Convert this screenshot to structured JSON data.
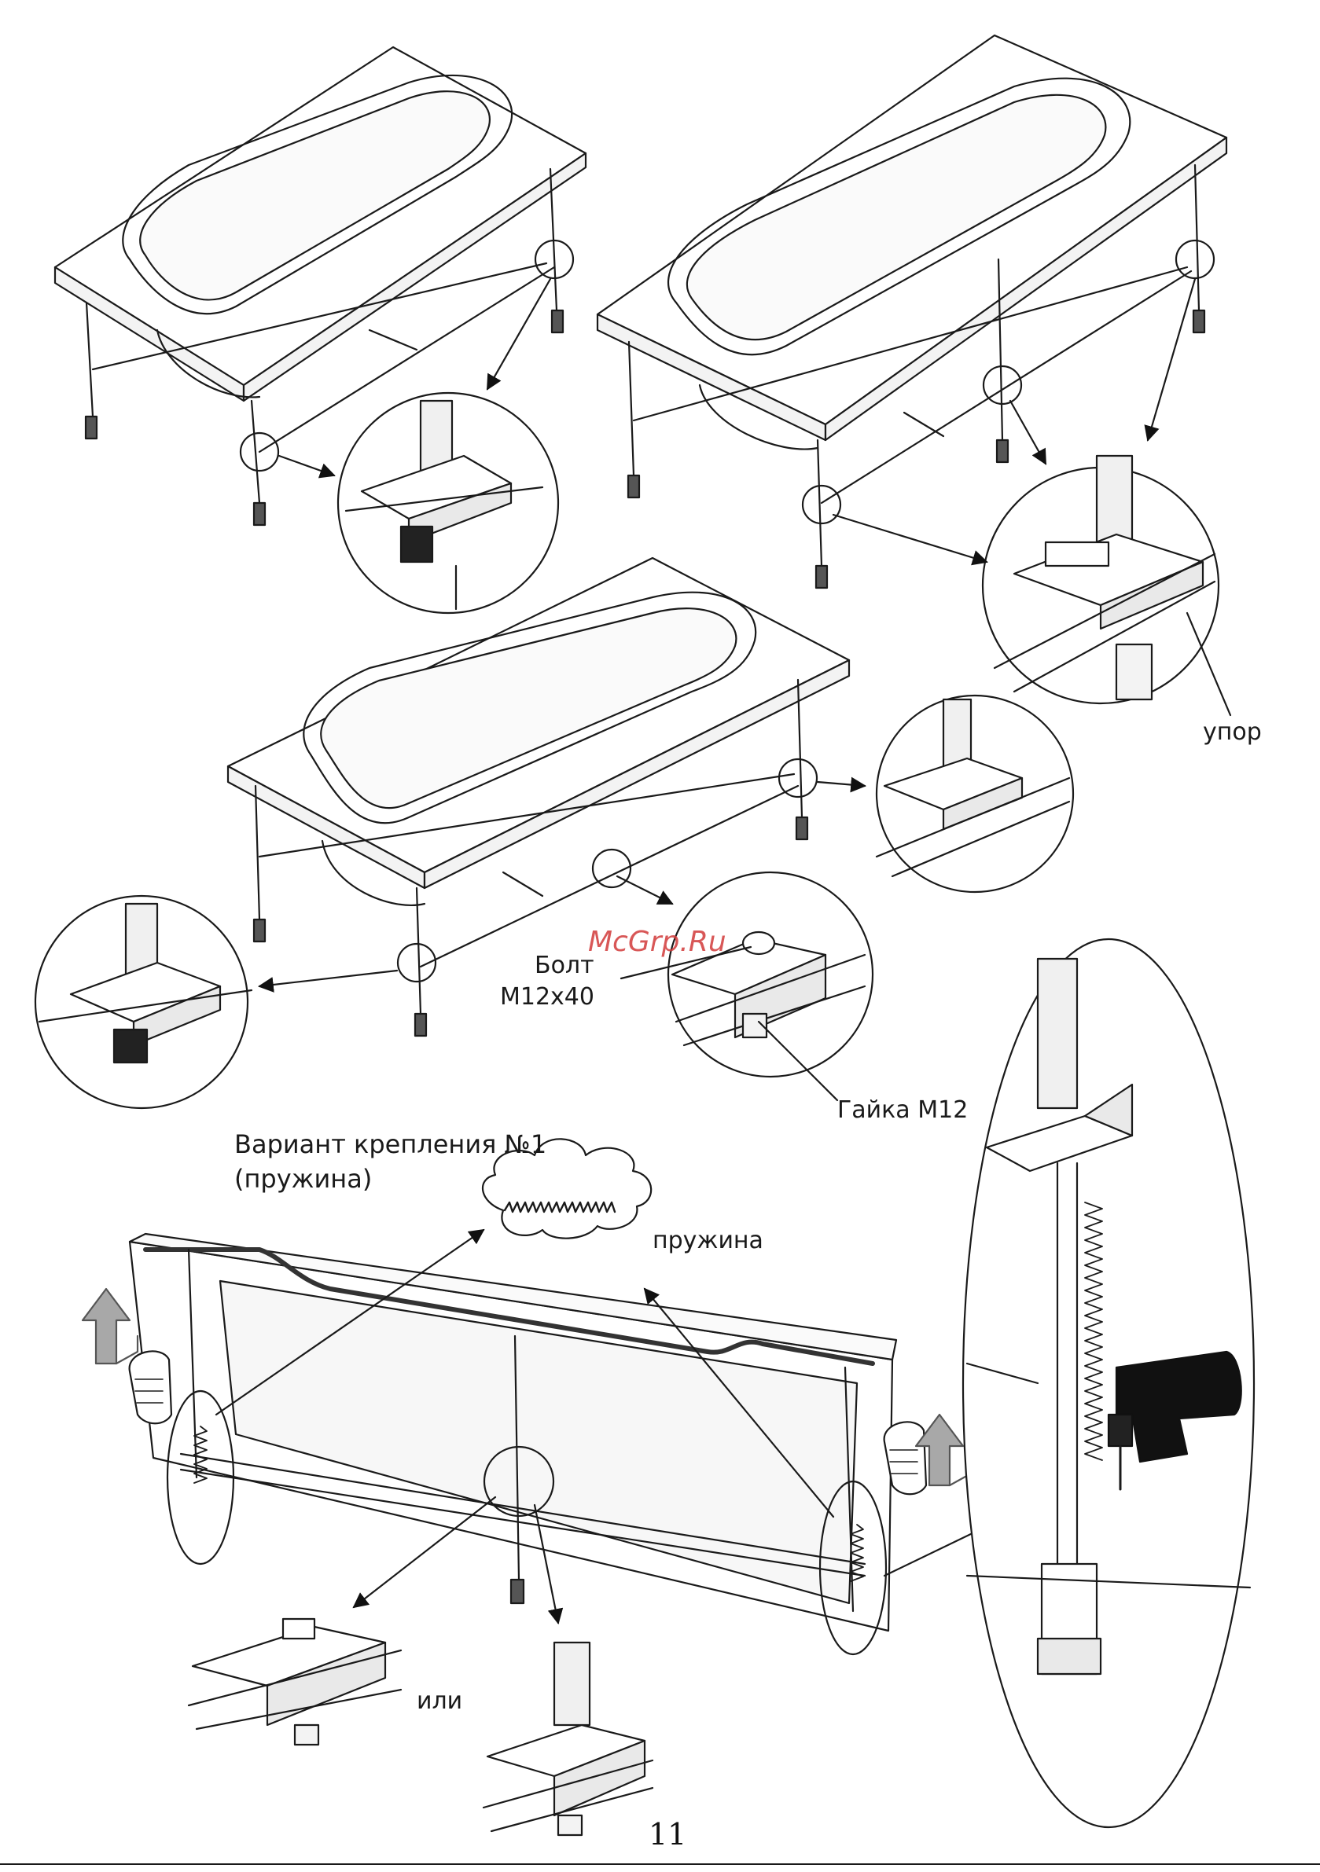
{
  "labels": {
    "upor": "упор",
    "bolt_line1": "Болт",
    "bolt_line2": "M12x40",
    "nut": "Гайка M12",
    "variant_line1": "Вариант крепления №1",
    "variant_line2": "(пружина)",
    "spring": "пружина",
    "or": "или"
  },
  "watermark": "McGrp.Ru",
  "page_number": "11",
  "colors": {
    "line": "#1a1a1a",
    "fill": "#ffffff",
    "shade": "#e6e6e6",
    "dark": "#111111",
    "watermark": "#d23a3a",
    "arrow_grey": "#a8a8a8"
  },
  "icons": [
    "hand-icon",
    "up-arrow-icon",
    "drill-icon",
    "spring-cloud-icon"
  ]
}
